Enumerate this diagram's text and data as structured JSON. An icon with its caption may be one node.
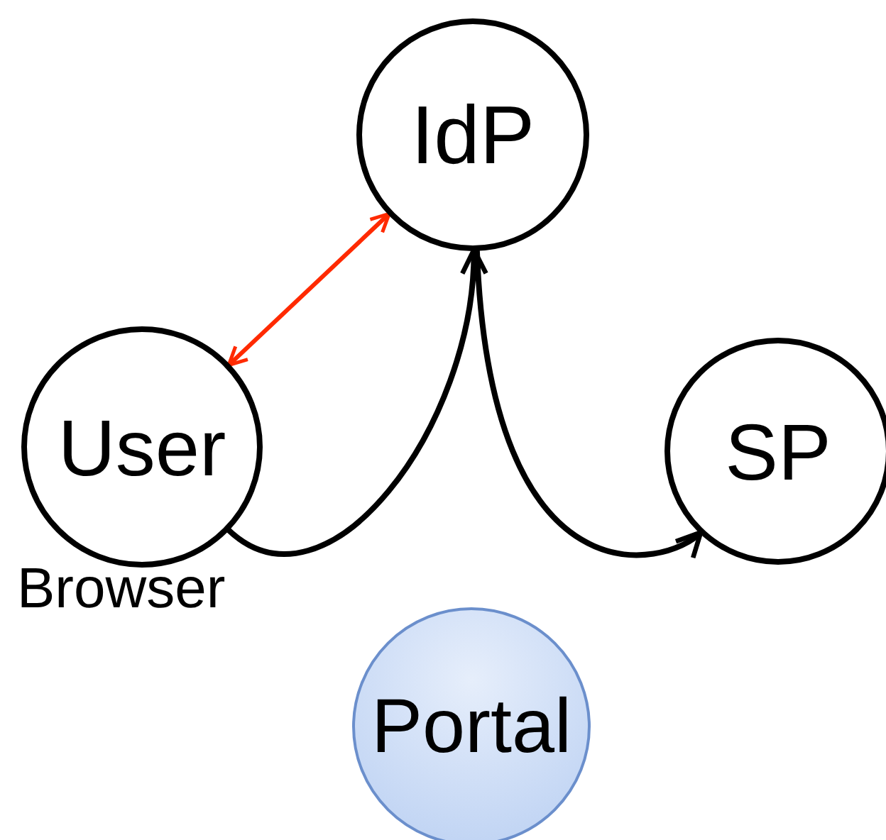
{
  "diagram": {
    "nodes": [
      {
        "text": [
          "IdP"
        ]
      },
      {
        "text": [
          "User"
        ],
        "beside": [
          "Browser"
        ]
      },
      {
        "text": [
          "SP"
        ]
      },
      {
        "text": [
          "Portal"
        ]
      }
    ],
    "edges": [
      {
        "from": 1,
        "to": 0,
        "arrow": "both",
        "color": "#ff2a00"
      },
      {
        "from": 1,
        "to": 0,
        "arrow": "to"
      },
      {
        "from": 0,
        "to": 2,
        "arrow": "to"
      }
    ]
  }
}
